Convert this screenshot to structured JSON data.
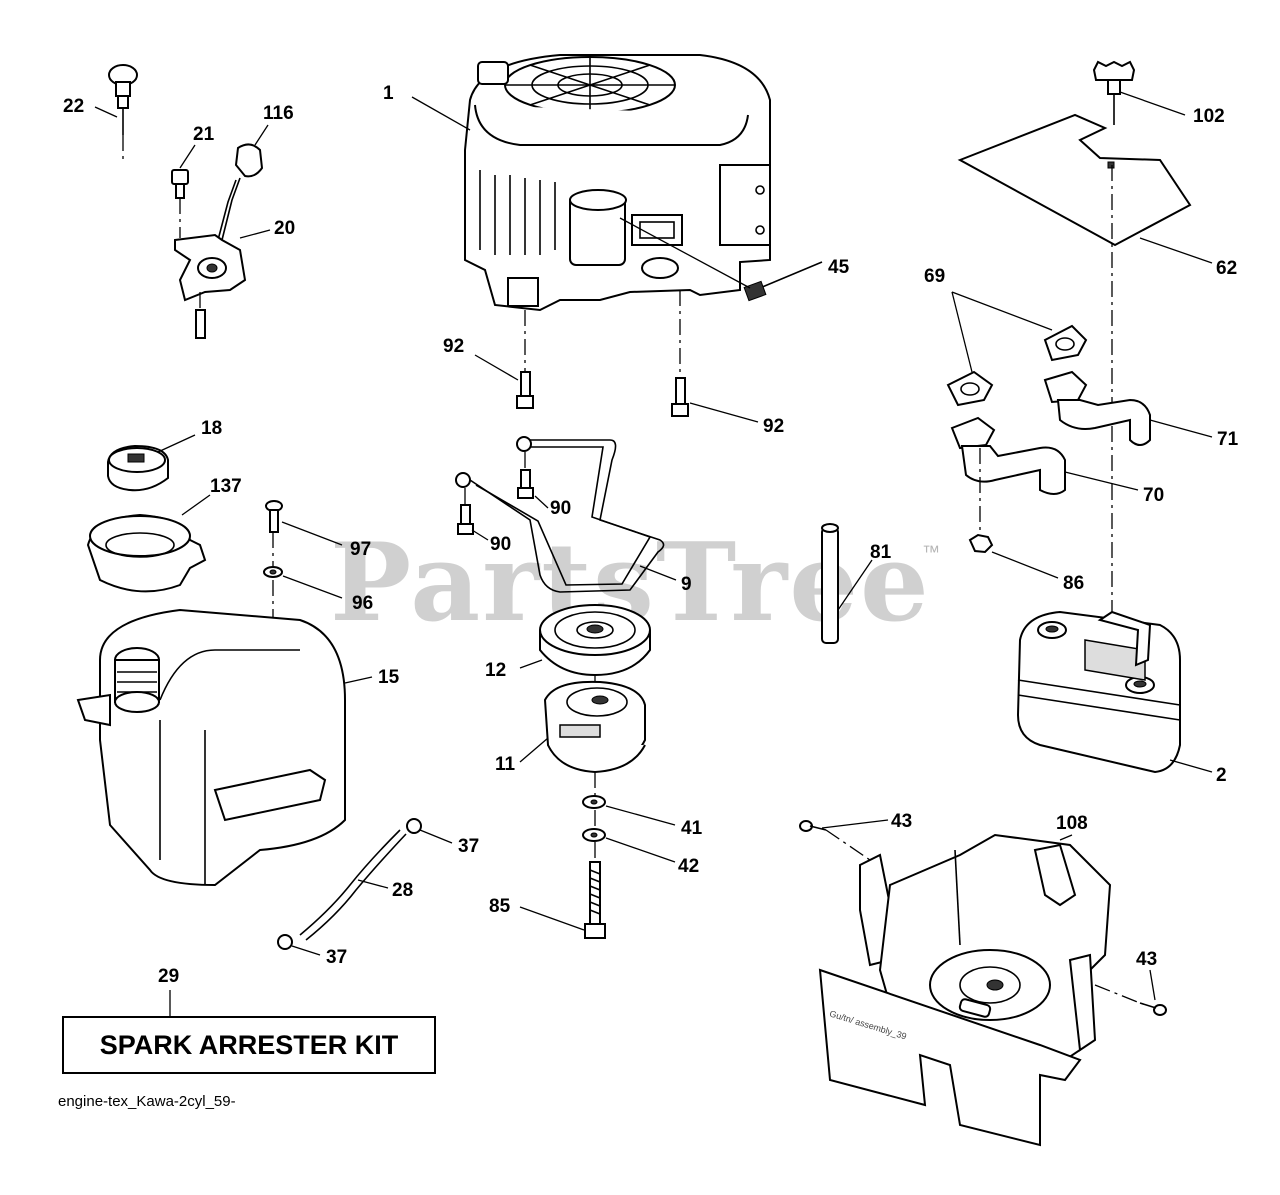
{
  "watermark": "PartsTree",
  "trademark": "™",
  "kit_label": "SPARK ARRESTER KIT",
  "caption": "engine-tex_Kawa-2cyl_59-",
  "inner_print": "Gu/tn/ assembly_39",
  "callouts": {
    "engine": "1",
    "muffler": "2",
    "fuel_tank": "15",
    "fuel_cap": "18",
    "throttle_bracket": "20",
    "bolt_21": "21",
    "dipstick": "22",
    "fuel_hose": "28",
    "kit_ref": "29",
    "hose_clamp_upper": "37",
    "hose_clamp_lower": "37",
    "washer_41": "41",
    "washer_42": "42",
    "bolt_43_left": "43",
    "bolt_43_right": "43",
    "spark_plug": "45",
    "pto_clutch": "11",
    "pulley": "12",
    "heat_shield_plate": "62",
    "gasket": "69",
    "exhaust_pipe_left": "70",
    "exhaust_pipe_right": "71",
    "pipe_81": "81",
    "bolt_85": "85",
    "nut_86": "86",
    "bracket_9": "9",
    "bolt_90_a": "90",
    "bolt_90_b": "90",
    "bolt_92_left": "92",
    "bolt_92_right": "92",
    "washer_96": "96",
    "screw_97": "97",
    "knob_102": "102",
    "muffler_guard": "108",
    "knob_116": "116",
    "tank_cup": "137"
  }
}
